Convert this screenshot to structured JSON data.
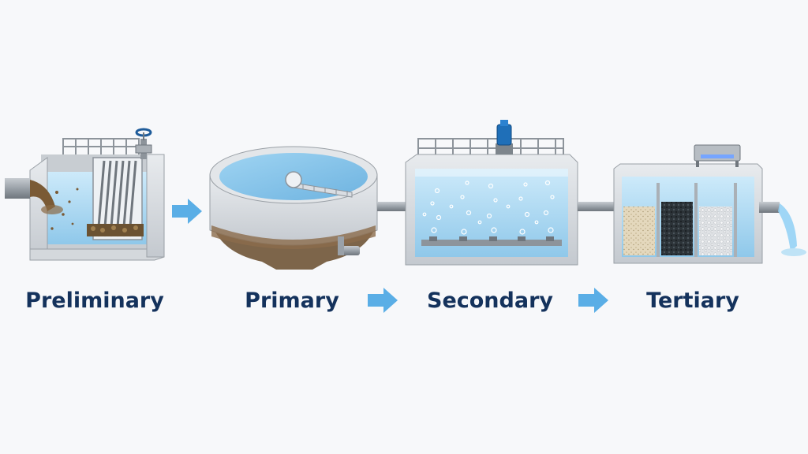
{
  "stages": [
    {
      "label": "Preliminary"
    },
    {
      "label": "Primary"
    },
    {
      "label": "Secondary"
    },
    {
      "label": "Tertiary"
    }
  ],
  "colors": {
    "arrow": "#5aaee6",
    "label": "#14325c",
    "concrete": "#d9dde2",
    "water": "#bfe3f6",
    "pipe": "#9aa1a8",
    "blower": "#1f6fb8"
  },
  "icons": [
    "arrow-right-icon",
    "valve-wheel-icon",
    "blower-motor-icon",
    "uv-lamp-icon"
  ]
}
